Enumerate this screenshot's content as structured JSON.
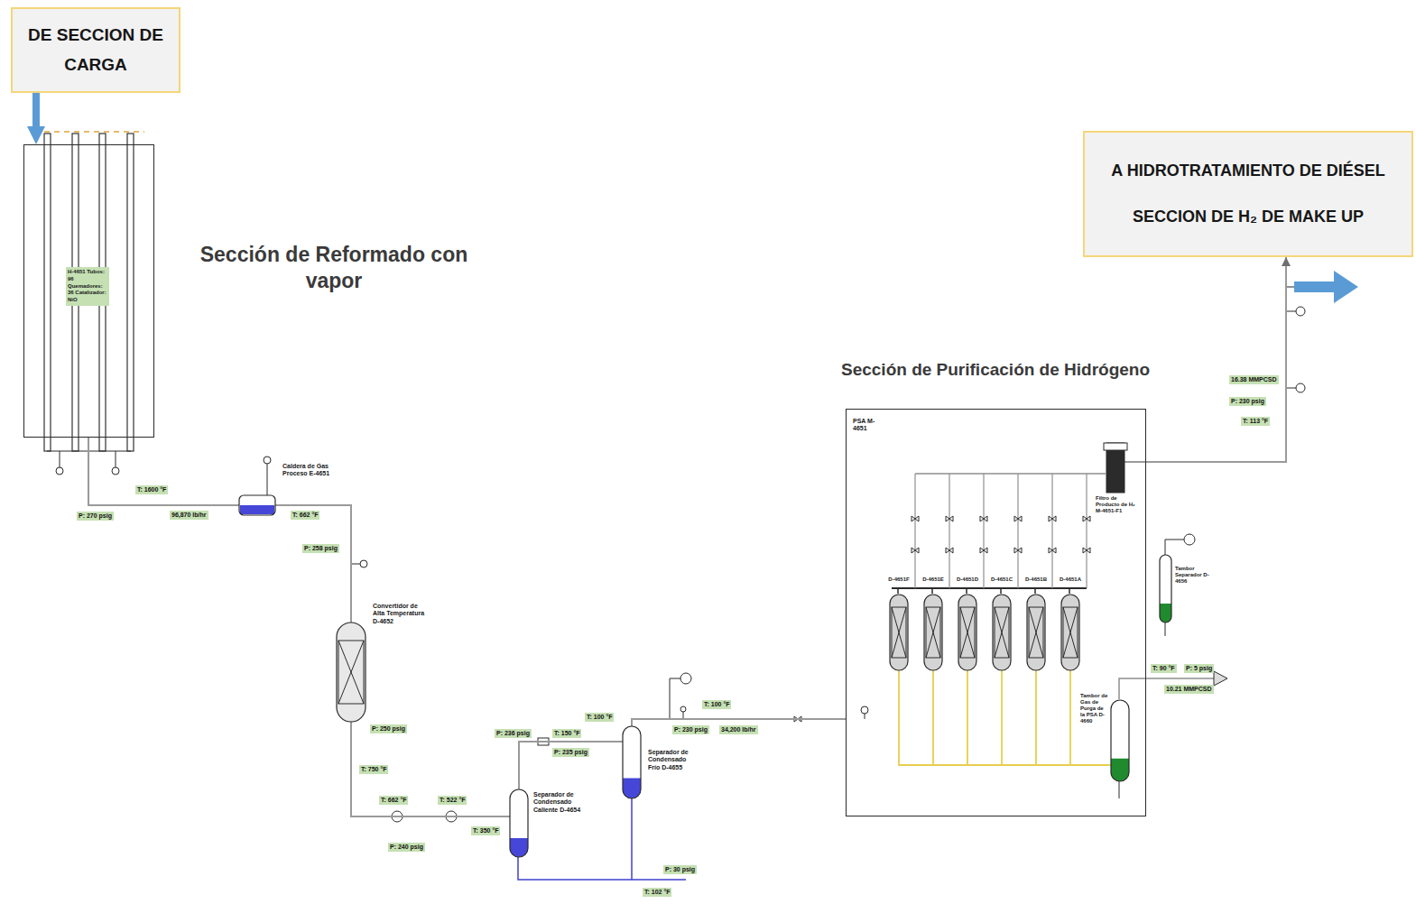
{
  "diagram": {
    "nodes": [
      {
        "text": [
          "DE SECCION DE CARGA"
        ]
      },
      {
        "text": [
          "H-4651 Tubos: 96 Quemadores: 36 Catalizador: NiO"
        ]
      },
      {
        "text": [
          "Caldera de Gas Proceso E-4651"
        ]
      },
      {
        "text": [
          "Convertidor de Alta Temperatura D-4652"
        ]
      },
      {
        "text": [
          "Separador de Condensado Caliente D-4654"
        ]
      },
      {
        "text": [
          "Separador de Condensado Frío D-4655"
        ]
      },
      {
        "text": [
          "PSA M-4651"
        ]
      },
      {
        "text": [
          "D-4651F"
        ],
        "in": 6
      },
      {
        "text": [
          "D-4651E"
        ],
        "in": 6
      },
      {
        "text": [
          "D-4651D"
        ],
        "in": 6
      },
      {
        "text": [
          "D-4651C"
        ],
        "in": 6
      },
      {
        "text": [
          "D-4651B"
        ],
        "in": 6
      },
      {
        "text": [
          "D-4651A"
        ],
        "in": 6
      },
      {
        "text": [
          "Filtro de Producto de H₂ M-4651-F1"
        ],
        "in": 6
      },
      {
        "text": [
          "Tambor Separador D-4656"
        ]
      },
      {
        "text": [
          "Tambor de Gas de Purga de la PSA D-4660"
        ],
        "in": 6
      },
      {
        "text": [
          "A HIDROTRATAMIENTO DE DIÉSEL",
          "SECCION DE H₂ DE MAKE UP"
        ]
      }
    ],
    "edges": [
      {
        "from": 0,
        "to": 1,
        "arrow": "to"
      },
      {
        "from": 1,
        "to": 2,
        "arrow": "none"
      },
      {
        "from": 2,
        "to": 3,
        "arrow": "none"
      },
      {
        "from": 3,
        "to": 4,
        "arrow": "none"
      },
      {
        "from": 4,
        "to": 5,
        "arrow": "none"
      },
      {
        "from": 5,
        "to": 6,
        "arrow": "none"
      },
      {
        "from": 7,
        "to": 15,
        "arrow": "none"
      },
      {
        "from": 8,
        "to": 15,
        "arrow": "none"
      },
      {
        "from": 9,
        "to": 15,
        "arrow": "none"
      },
      {
        "from": 10,
        "to": 15,
        "arrow": "none"
      },
      {
        "from": 11,
        "to": 15,
        "arrow": "none"
      },
      {
        "from": 12,
        "to": 15,
        "arrow": "none"
      },
      {
        "from": 13,
        "to": 16,
        "arrow": "to"
      }
    ],
    "labels": [
      "Sección de Reformado con vapor",
      "Sección de Purificación de Hidrógeno",
      "T: 1600 °F",
      "P: 270 psig",
      "96,870 lb/hr",
      "T: 662 °F",
      "P: 258 psig",
      "P: 250 psig",
      "T: 750 °F",
      "T: 662 °F",
      "P: 240 psig",
      "T: 522 °F",
      "T: 350 °F",
      "P: 236 psig",
      "T: 150 °F",
      "P: 235 psig",
      "T: 100 °F",
      "P: 230 psig",
      "34,200 lb/hr",
      "T: 100 °F",
      "P: 30 psig",
      "T: 102 °F",
      "T: 90 °F",
      "P: 5 psig",
      "10.21 MMPCSD",
      "16.38 MMPCSD",
      "P: 230 psig",
      "T: 113 °F"
    ]
  }
}
